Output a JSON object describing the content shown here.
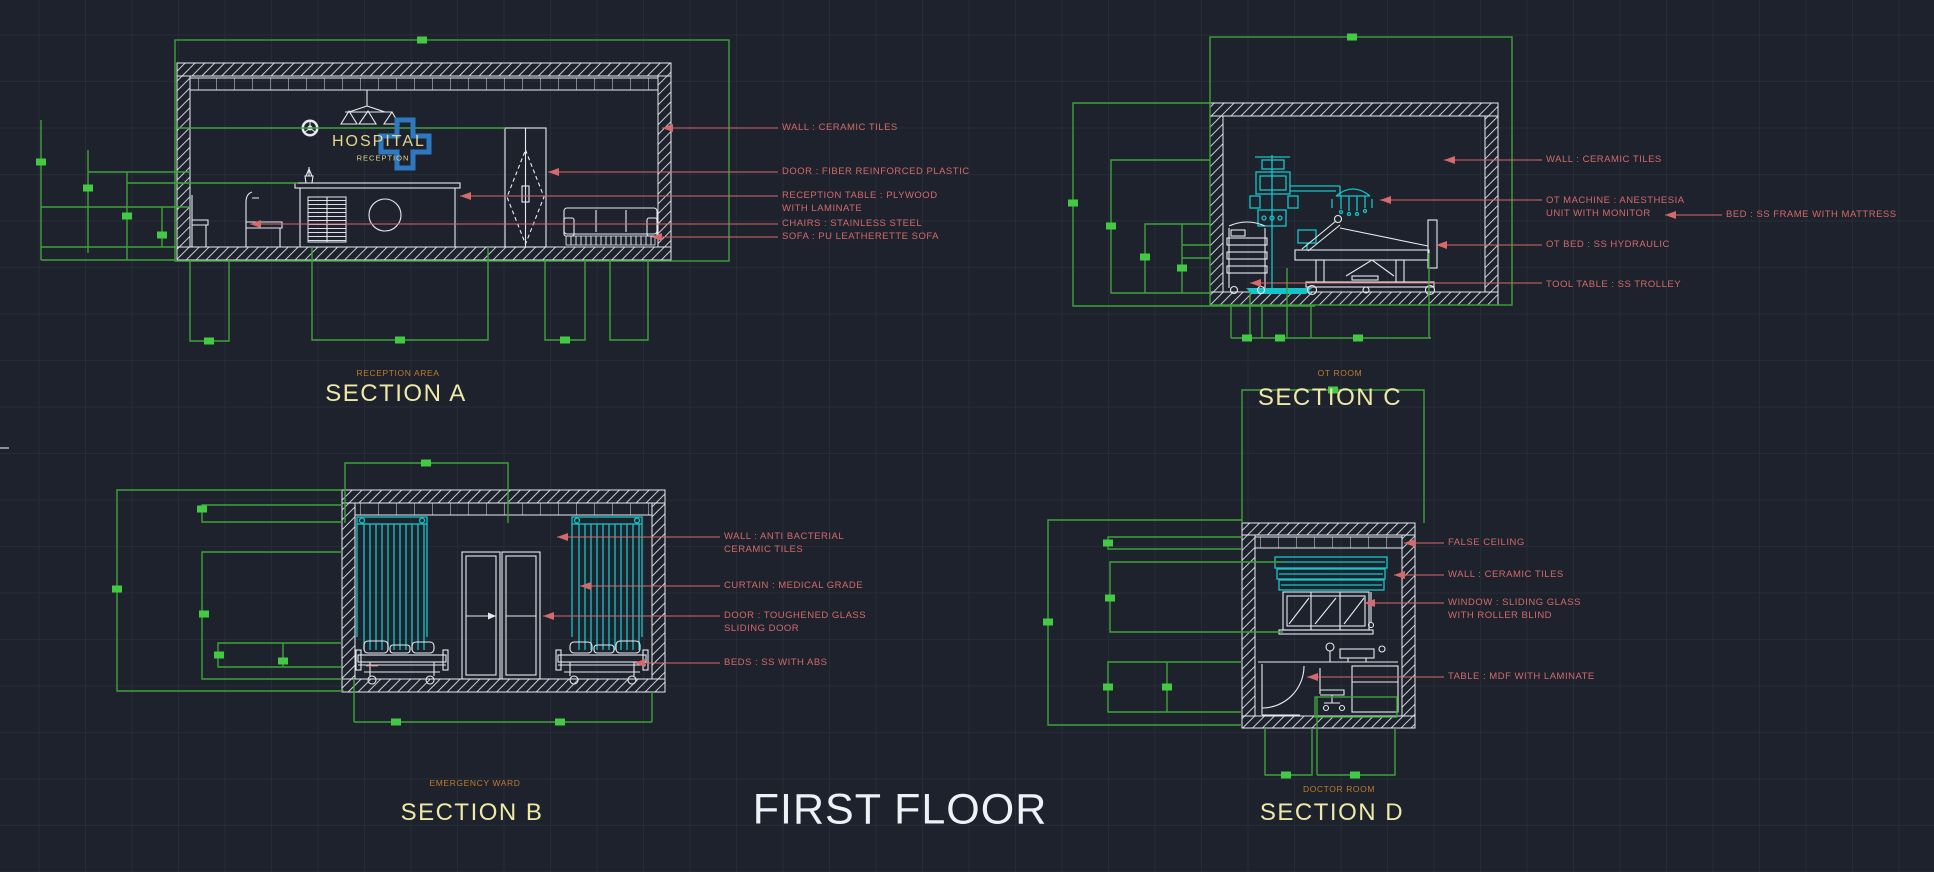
{
  "palette": {
    "bg": "#1d222c",
    "grid": "#262c37",
    "line": "#e7ebf0",
    "green": "#3ea23a",
    "grip": "#43c943",
    "cyan": "#14c5c9",
    "red": "#d5696b",
    "yellow": "#efe9a7",
    "orange": "#c07c2c",
    "blue": "#2e78bf",
    "title_white": "#eef1f5",
    "sign_yellow": "#e3d58f"
  },
  "floor_title": "FIRST FLOOR",
  "sign": {
    "line1": "HOSPITAL",
    "line2": "RECEPTION"
  },
  "sections": {
    "a": {
      "room_label": "RECEPTION AREA",
      "title": "SECTION A",
      "callouts": [
        "WALL : CERAMIC TILES",
        "DOOR : FIBER REINFORCED PLASTIC",
        "RECEPTION TABLE : PLYWOOD\nWITH LAMINATE",
        "CHAIRS : STAINLESS STEEL",
        "SOFA : PU LEATHERETTE SOFA"
      ]
    },
    "b": {
      "room_label": "EMERGENCY WARD",
      "title": "SECTION B",
      "callouts": [
        "WALL : ANTI BACTERIAL\nCERAMIC TILES",
        "CURTAIN : MEDICAL GRADE",
        "DOOR : TOUGHENED GLASS\nSLIDING DOOR",
        "BEDS : SS WITH ABS"
      ]
    },
    "c": {
      "room_label": "OT ROOM",
      "title": "SECTION C",
      "callouts": [
        "WALL : CERAMIC TILES",
        "OT MACHINE : ANESTHESIA\nUNIT WITH MONITOR",
        "BED : SS FRAME WITH MATTRESS",
        "OT BED : SS HYDRAULIC",
        "TOOL TABLE : SS TROLLEY"
      ]
    },
    "d": {
      "room_label": "DOCTOR ROOM",
      "title": "SECTION D",
      "callouts": [
        "FALSE CEILING",
        "WALL : CERAMIC TILES",
        "WINDOW : SLIDING GLASS\nWITH ROLLER BLIND",
        "TABLE : MDF WITH LAMINATE"
      ]
    }
  }
}
